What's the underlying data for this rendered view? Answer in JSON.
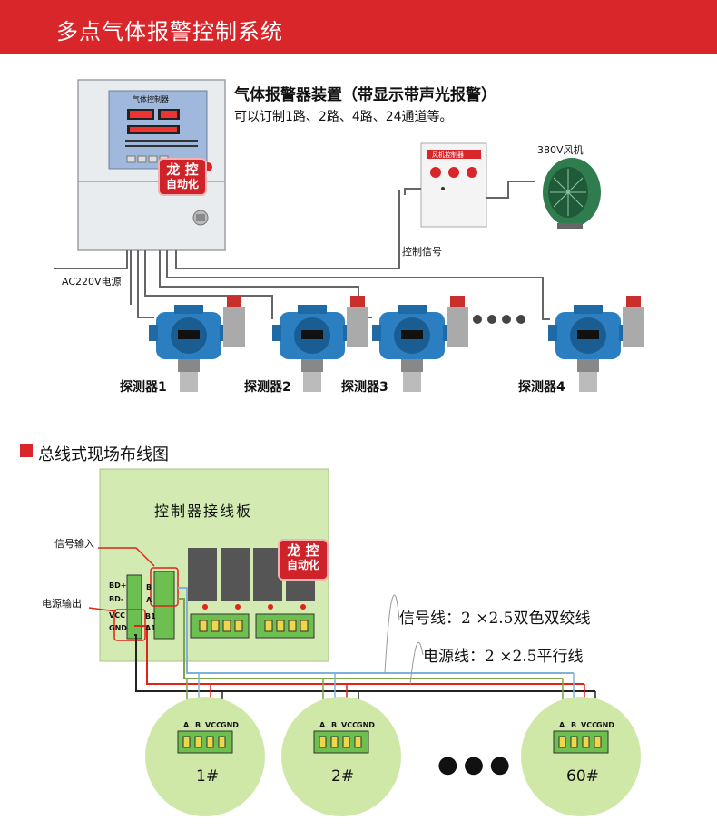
{
  "banner": {
    "title": "多点气体报警控制系统"
  },
  "top_diagram": {
    "device_title": "气体报警器装置（带显示带声光报警）",
    "device_subtitle": "可以订制1路、2路、4路、24通道等。",
    "cabinet_label": "气体控制器",
    "fan_box_label": "风机控制器",
    "fan_label": "380V风机",
    "control_signal_label": "控制信号",
    "power_label": "AC220V电源",
    "detectors": [
      "探测器1",
      "探测器2",
      "探测器3",
      "探测器4"
    ]
  },
  "watermark": {
    "line1": "龙 控",
    "line2": "自动化"
  },
  "bottom_diagram": {
    "section_title": "总线式现场布线图",
    "board_title": "控制器接线板",
    "signal_input_label": "信号输入",
    "power_output_label": "电源输出",
    "left_terminals": [
      "BD+",
      "BD-",
      "VCC",
      "GND"
    ],
    "right_terminals": [
      "B",
      "A",
      "B1",
      "A1"
    ],
    "signal_wire_label": "信号线：2 ×2.5双色双绞线",
    "power_wire_label": "电源线：2 ×2.5平行线",
    "node_terminal_labels": [
      "A",
      "B",
      "VCC",
      "GND"
    ],
    "nodes": [
      "1#",
      "2#",
      "60#"
    ],
    "ellipsis": "●●●"
  },
  "colors": {
    "brand_red": "#d9262b",
    "board_green": "#d4eab3",
    "node_green": "#cfe8a8",
    "detector_blue": "#2b7fc0"
  }
}
